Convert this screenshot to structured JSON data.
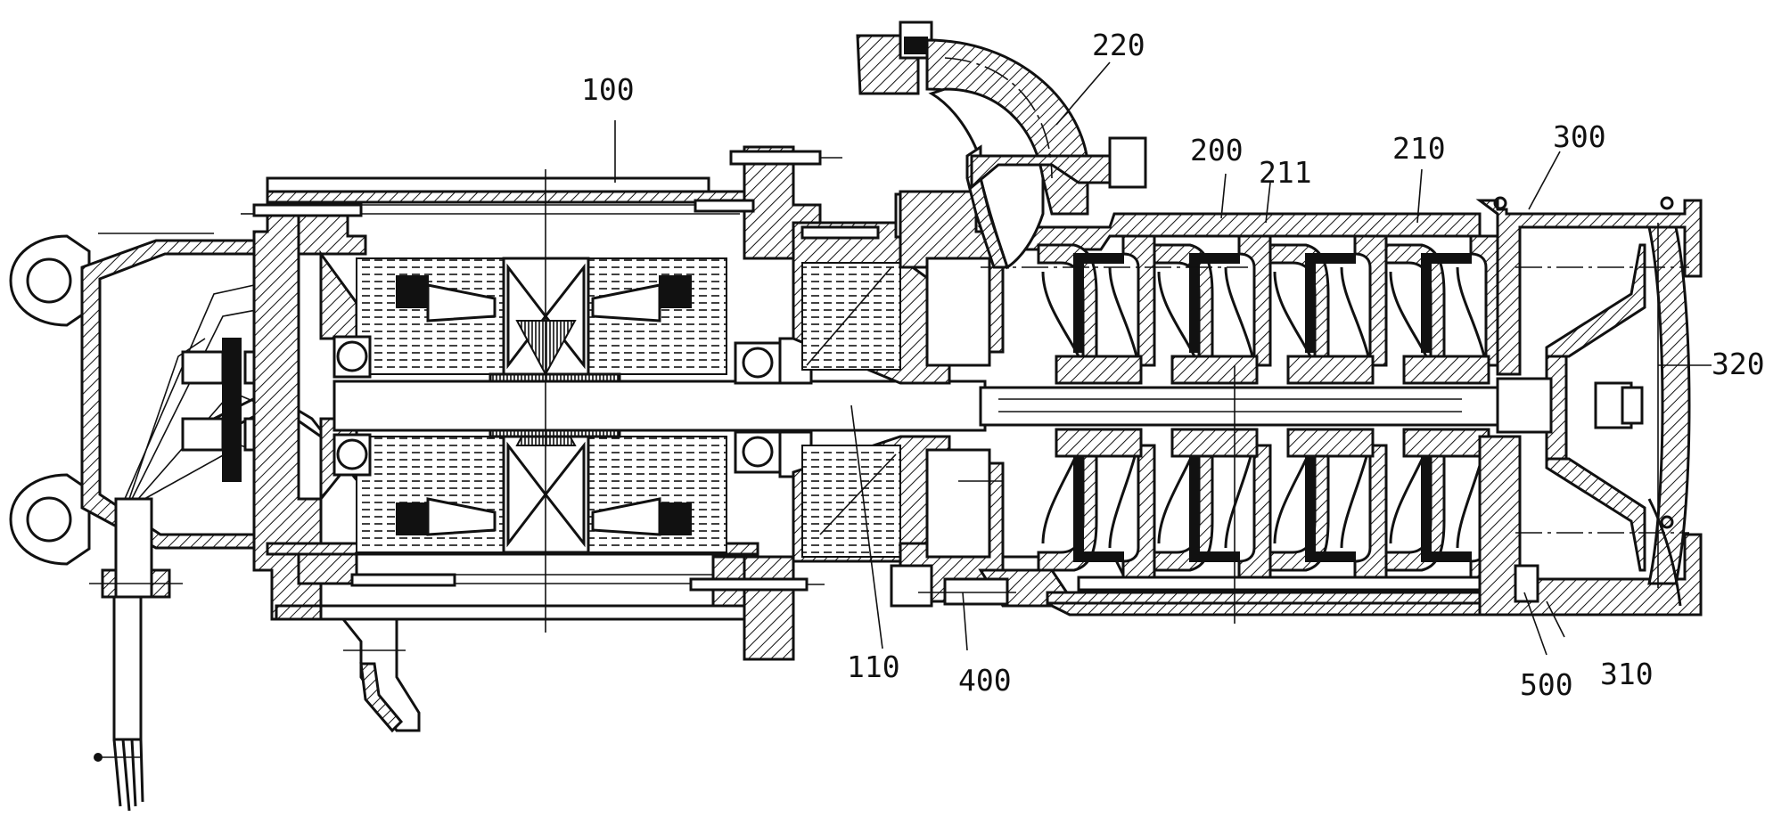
{
  "labels": {
    "l100": "100",
    "l110": "110",
    "l200": "200",
    "l210": "210",
    "l211": "211",
    "l220": "220",
    "l300": "300",
    "l310": "310",
    "l320": "320",
    "l400": "400",
    "l500": "500"
  },
  "colors": {
    "ink": "#111111",
    "paper": "#ffffff"
  }
}
